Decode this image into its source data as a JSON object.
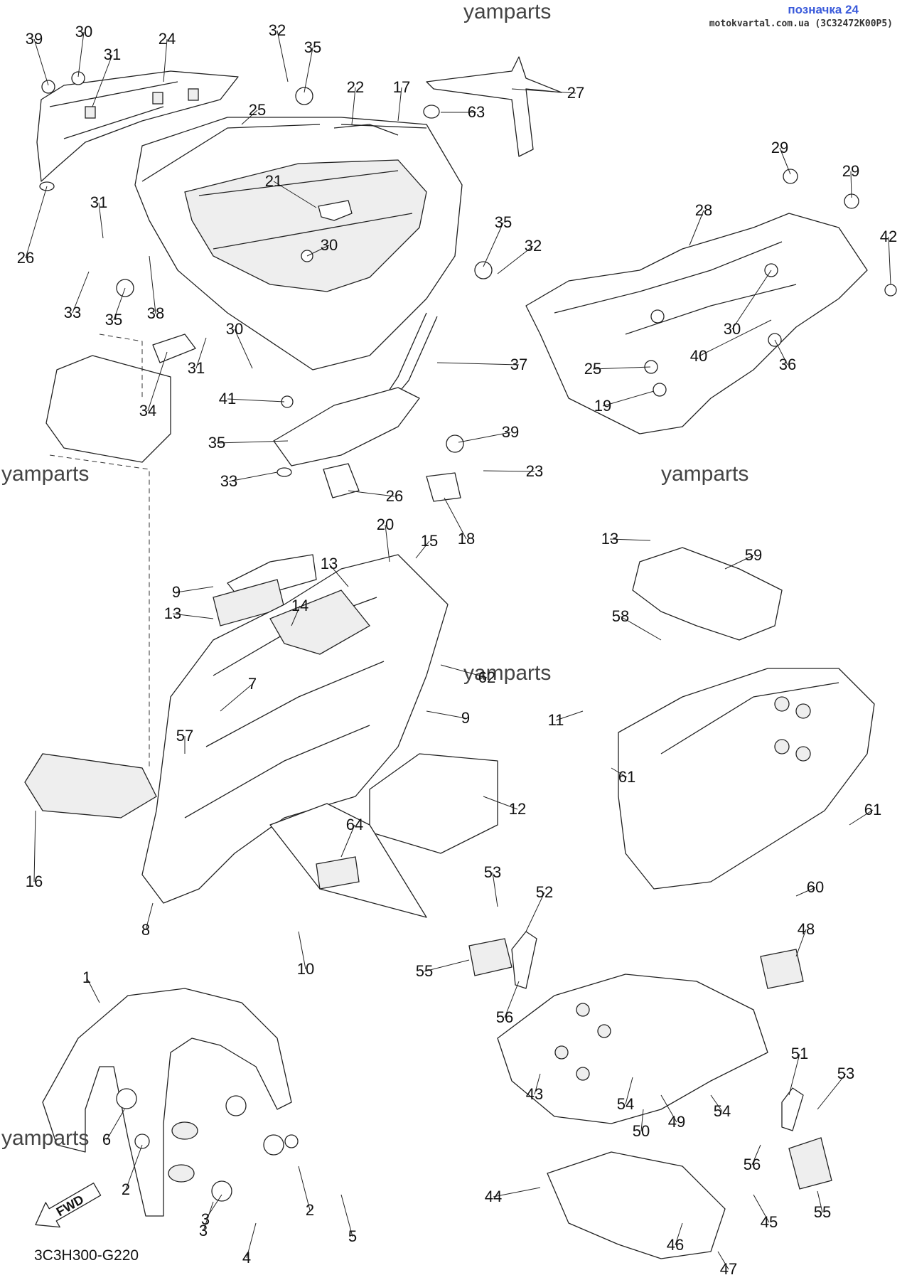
{
  "header": {
    "title": "позначка 24",
    "subtitle": "motokvartal.com.ua (3C32472K00P5)"
  },
  "watermarks": [
    "yamparts",
    "yamparts",
    "yamparts",
    "yamparts",
    "yamparts"
  ],
  "diagram_code": "3C3H300-G220",
  "fwd_label": "FWD",
  "callouts": [
    "39",
    "30",
    "31",
    "24",
    "32",
    "35",
    "22",
    "17",
    "27",
    "63",
    "25",
    "21",
    "29",
    "29",
    "28",
    "42",
    "31",
    "26",
    "30",
    "35",
    "32",
    "33",
    "35",
    "38",
    "30",
    "40",
    "36",
    "30",
    "31",
    "37",
    "25",
    "34",
    "19",
    "41",
    "39",
    "35",
    "23",
    "33",
    "26",
    "18",
    "20",
    "15",
    "13",
    "9",
    "14",
    "13",
    "62",
    "7",
    "9",
    "13",
    "59",
    "58",
    "57",
    "11",
    "12",
    "61",
    "64",
    "16",
    "61",
    "8",
    "10",
    "53",
    "52",
    "48",
    "55",
    "60",
    "56",
    "1",
    "51",
    "53",
    "43",
    "54",
    "54",
    "6",
    "50",
    "49",
    "56",
    "3",
    "2",
    "2",
    "55",
    "5",
    "44",
    "3",
    "45",
    "4",
    "46",
    "47"
  ]
}
